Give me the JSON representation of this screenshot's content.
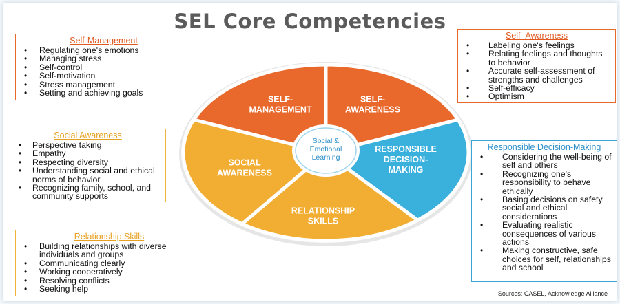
{
  "title": "SEL Core Competencies",
  "wheel": {
    "segments": [
      {
        "key": "self_management",
        "lines": [
          "SELF-",
          "MANAGEMENT"
        ],
        "color": "#e8692b"
      },
      {
        "key": "self_awareness",
        "lines": [
          "SELF-",
          "AWARENESS"
        ],
        "color": "#e8692b"
      },
      {
        "key": "responsible_decision_making",
        "lines": [
          "RESPONSIBLE",
          "DECISION-",
          "MAKING"
        ],
        "color": "#3ab0dc"
      },
      {
        "key": "relationship_skills",
        "lines": [
          "RELATIONSHIP",
          "SKILLS"
        ],
        "color": "#f2ae33"
      },
      {
        "key": "social_awareness",
        "lines": [
          "SOCIAL",
          "AWARENESS"
        ],
        "color": "#f2ae33"
      }
    ],
    "center_lines": [
      "Social &",
      "Emotional",
      "Learning"
    ],
    "center_text_color": "#2b8fc8"
  },
  "panels": {
    "self_management": {
      "heading": "Self-Management",
      "items": [
        "Regulating one's emotions",
        "Managing stress",
        "Self-control",
        "Self-motivation",
        "Stress management",
        "Setting and achieving goals"
      ]
    },
    "self_awareness": {
      "heading": "Self- Awareness",
      "items": [
        "Labeling one's feelings",
        "Relating feelings and thoughts to behavior",
        "Accurate self-assessment of strengths and challenges",
        "Self-efficacy",
        "Optimism"
      ]
    },
    "social_awareness": {
      "heading": "Social Awareness",
      "items": [
        "Perspective taking",
        "Empathy",
        "Respecting diversity",
        "Understanding social and ethical norms of behavior",
        "Recognizing family, school, and community supports"
      ]
    },
    "relationship_skills": {
      "heading": "Relationship Skills",
      "items": [
        "Building relationships with diverse individuals and groups",
        "Communicating clearly",
        "Working cooperatively",
        "Resolving conflicts",
        "Seeking help"
      ]
    },
    "responsible_decision_making": {
      "heading": "Responsible Decision-Making",
      "items": [
        "Considering the well-being of self and others",
        "Recognizing one's responsibility to behave ethically",
        "Basing decisions on safety, social and ethical considerations",
        "Evaluating realistic consequences of various actions",
        "Making constructive, safe choices for self, relationships and school"
      ]
    }
  },
  "source": "Sources: CASEL, Acknowledge Alliance"
}
